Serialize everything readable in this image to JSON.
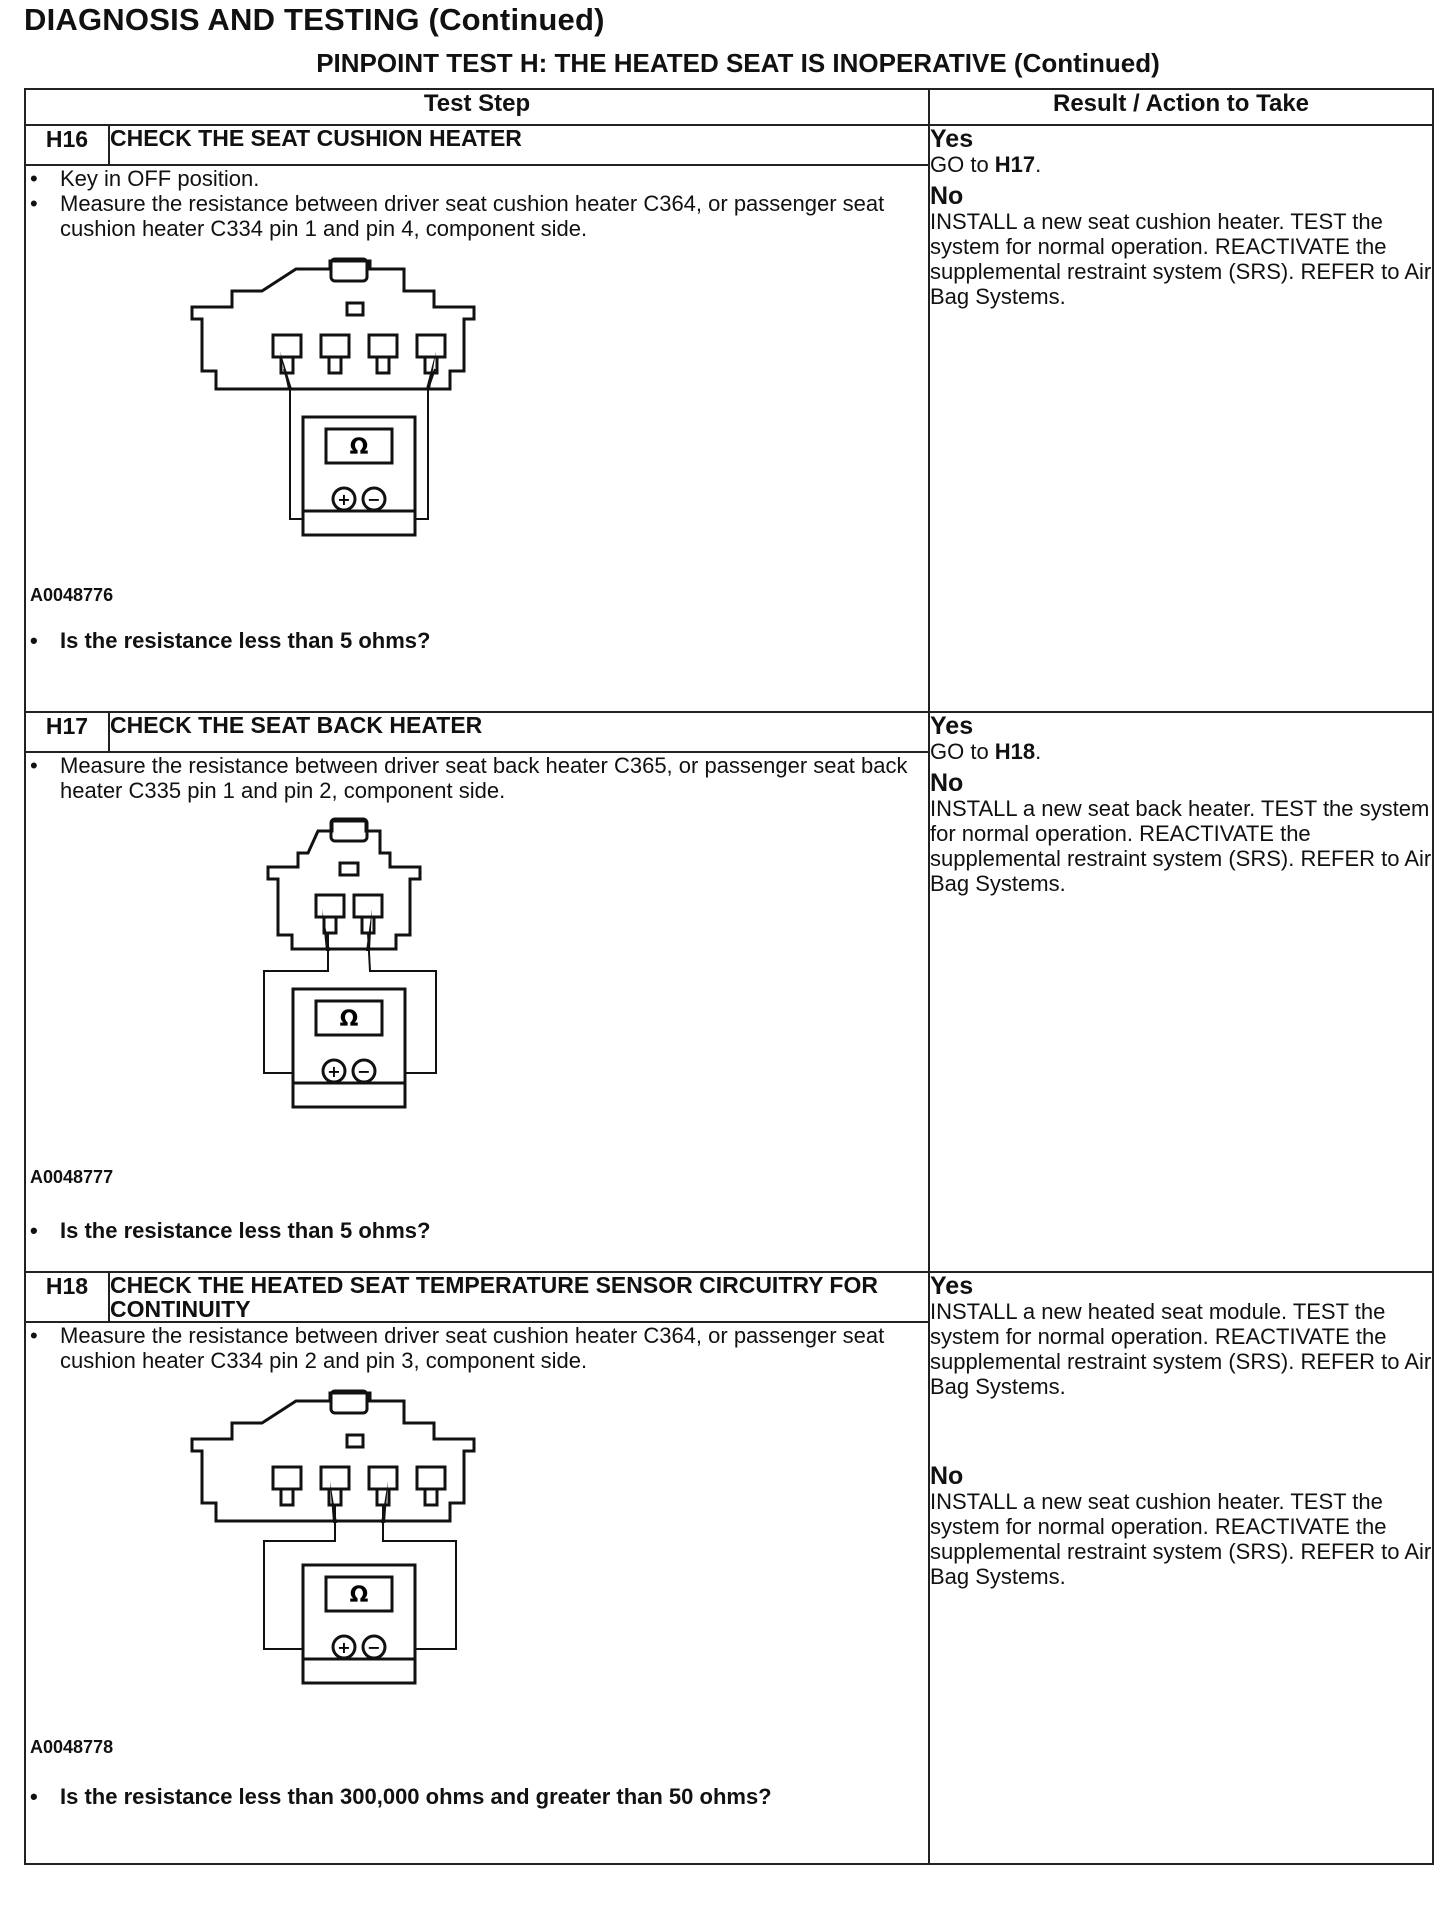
{
  "header": {
    "page_title": "DIAGNOSIS AND TESTING (Continued)",
    "test_title": "PINPOINT TEST H: THE HEATED SEAT IS INOPERATIVE (Continued)"
  },
  "table": {
    "col_test_step": "Test Step",
    "col_result": "Result / Action to Take"
  },
  "steps": [
    {
      "code": "H16",
      "title": "CHECK THE SEAT CUSHION HEATER",
      "bullets": [
        "Key in OFF position.",
        "Measure the resistance between driver seat cushion heater C364, or passenger seat cushion heater C334 pin 1 and pin 4, component side."
      ],
      "figure_id": "A0048776",
      "ohm_symbol": "Ω",
      "plus_symbol": "+",
      "minus_symbol": "−",
      "question": "Is the resistance less than 5 ohms?",
      "yes_label": "Yes",
      "yes_text_prefix": "GO to ",
      "yes_text_ref": "H17",
      "yes_text_suffix": ".",
      "no_label": "No",
      "no_text": "INSTALL a new seat cushion heater. TEST the system for normal operation. REACTIVATE the supplemental restraint system (SRS). REFER to Air Bag Systems."
    },
    {
      "code": "H17",
      "title": "CHECK THE SEAT BACK HEATER",
      "bullets": [
        "Measure the resistance between driver seat back heater C365, or passenger seat back heater C335 pin 1 and pin 2, component side."
      ],
      "figure_id": "A0048777",
      "ohm_symbol": "Ω",
      "plus_symbol": "+",
      "minus_symbol": "−",
      "question": "Is the resistance less than 5 ohms?",
      "yes_label": "Yes",
      "yes_text_prefix": "GO to ",
      "yes_text_ref": "H18",
      "yes_text_suffix": ".",
      "no_label": "No",
      "no_text": "INSTALL a new seat back heater. TEST the system for normal operation. REACTIVATE the supplemental restraint system (SRS). REFER to Air Bag Systems."
    },
    {
      "code": "H18",
      "title": "CHECK THE HEATED SEAT TEMPERATURE SENSOR CIRCUITRY FOR CONTINUITY",
      "bullets": [
        "Measure the resistance between driver seat cushion heater C364, or passenger seat cushion heater C334 pin 2 and pin 3, component side."
      ],
      "figure_id": "A0048778",
      "ohm_symbol": "Ω",
      "plus_symbol": "+",
      "minus_symbol": "−",
      "question": "Is the resistance less than 300,000 ohms and greater than 50 ohms?",
      "yes_label": "Yes",
      "yes_text": "INSTALL a new heated seat module. TEST the system for normal operation. REACTIVATE the supplemental restraint system (SRS). REFER to Air Bag Systems.",
      "no_label": "No",
      "no_text": "INSTALL a new seat cushion heater. TEST the system for normal operation. REACTIVATE the supplemental restraint system (SRS). REFER to Air Bag Systems."
    }
  ]
}
